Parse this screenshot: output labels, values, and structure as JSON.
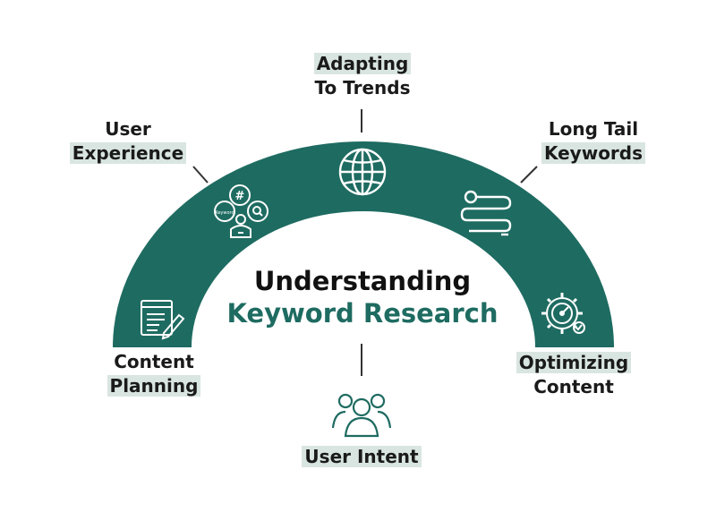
{
  "colors": {
    "arch": "#1e6b61",
    "label_highlight": "#d9e5e1",
    "title_accent": "#1e6b61",
    "text": "#1a1a1a"
  },
  "title": {
    "line1": "Understanding",
    "line2": "Keyword Research"
  },
  "nodes": {
    "user_experience": {
      "line1": "User",
      "line2": "Experience",
      "icon": "keyword-search-person-icon"
    },
    "adapting_trends": {
      "line1": "Adapting",
      "line2": "To Trends",
      "icon": "globe-icon"
    },
    "long_tail": {
      "line1": "Long Tail",
      "line2": "Keywords",
      "icon": "long-tail-lines-icon"
    },
    "content_planning": {
      "line1": "Content",
      "line2": "Planning",
      "icon": "document-pen-icon"
    },
    "optimizing": {
      "line1": "Optimizing",
      "line2": "Content",
      "icon": "gear-gauge-icon"
    },
    "user_intent": {
      "line1": "User Intent",
      "icon": "users-group-icon"
    }
  }
}
